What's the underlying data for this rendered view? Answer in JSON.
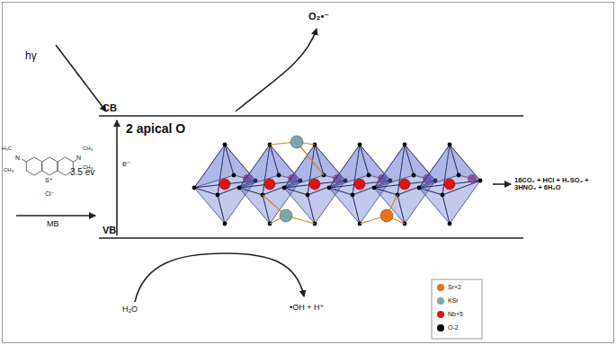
{
  "diagram": {
    "labels": [
      "hγ",
      "O₂•⁻",
      "CB",
      "2 apical O",
      "3.5 ev",
      "e⁻",
      "H₃C",
      "N",
      "CH₃",
      "S⁺",
      "N",
      "CH₃",
      "CH₃",
      "Cl⁻",
      "MB",
      "VB",
      "16CO₂ + HCl + H₂SO₄ + 3HNO₃ + 6H₂O",
      "H₂O",
      "•OH + H⁺"
    ],
    "legend": [
      {
        "text": "Sr+2",
        "color": "#e8731a"
      },
      {
        "text": "KSr",
        "color": "#7aa8aa"
      },
      {
        "text": "Nb+5",
        "color": "#e01212"
      },
      {
        "text": "O-2",
        "color": "#000000"
      }
    ]
  }
}
